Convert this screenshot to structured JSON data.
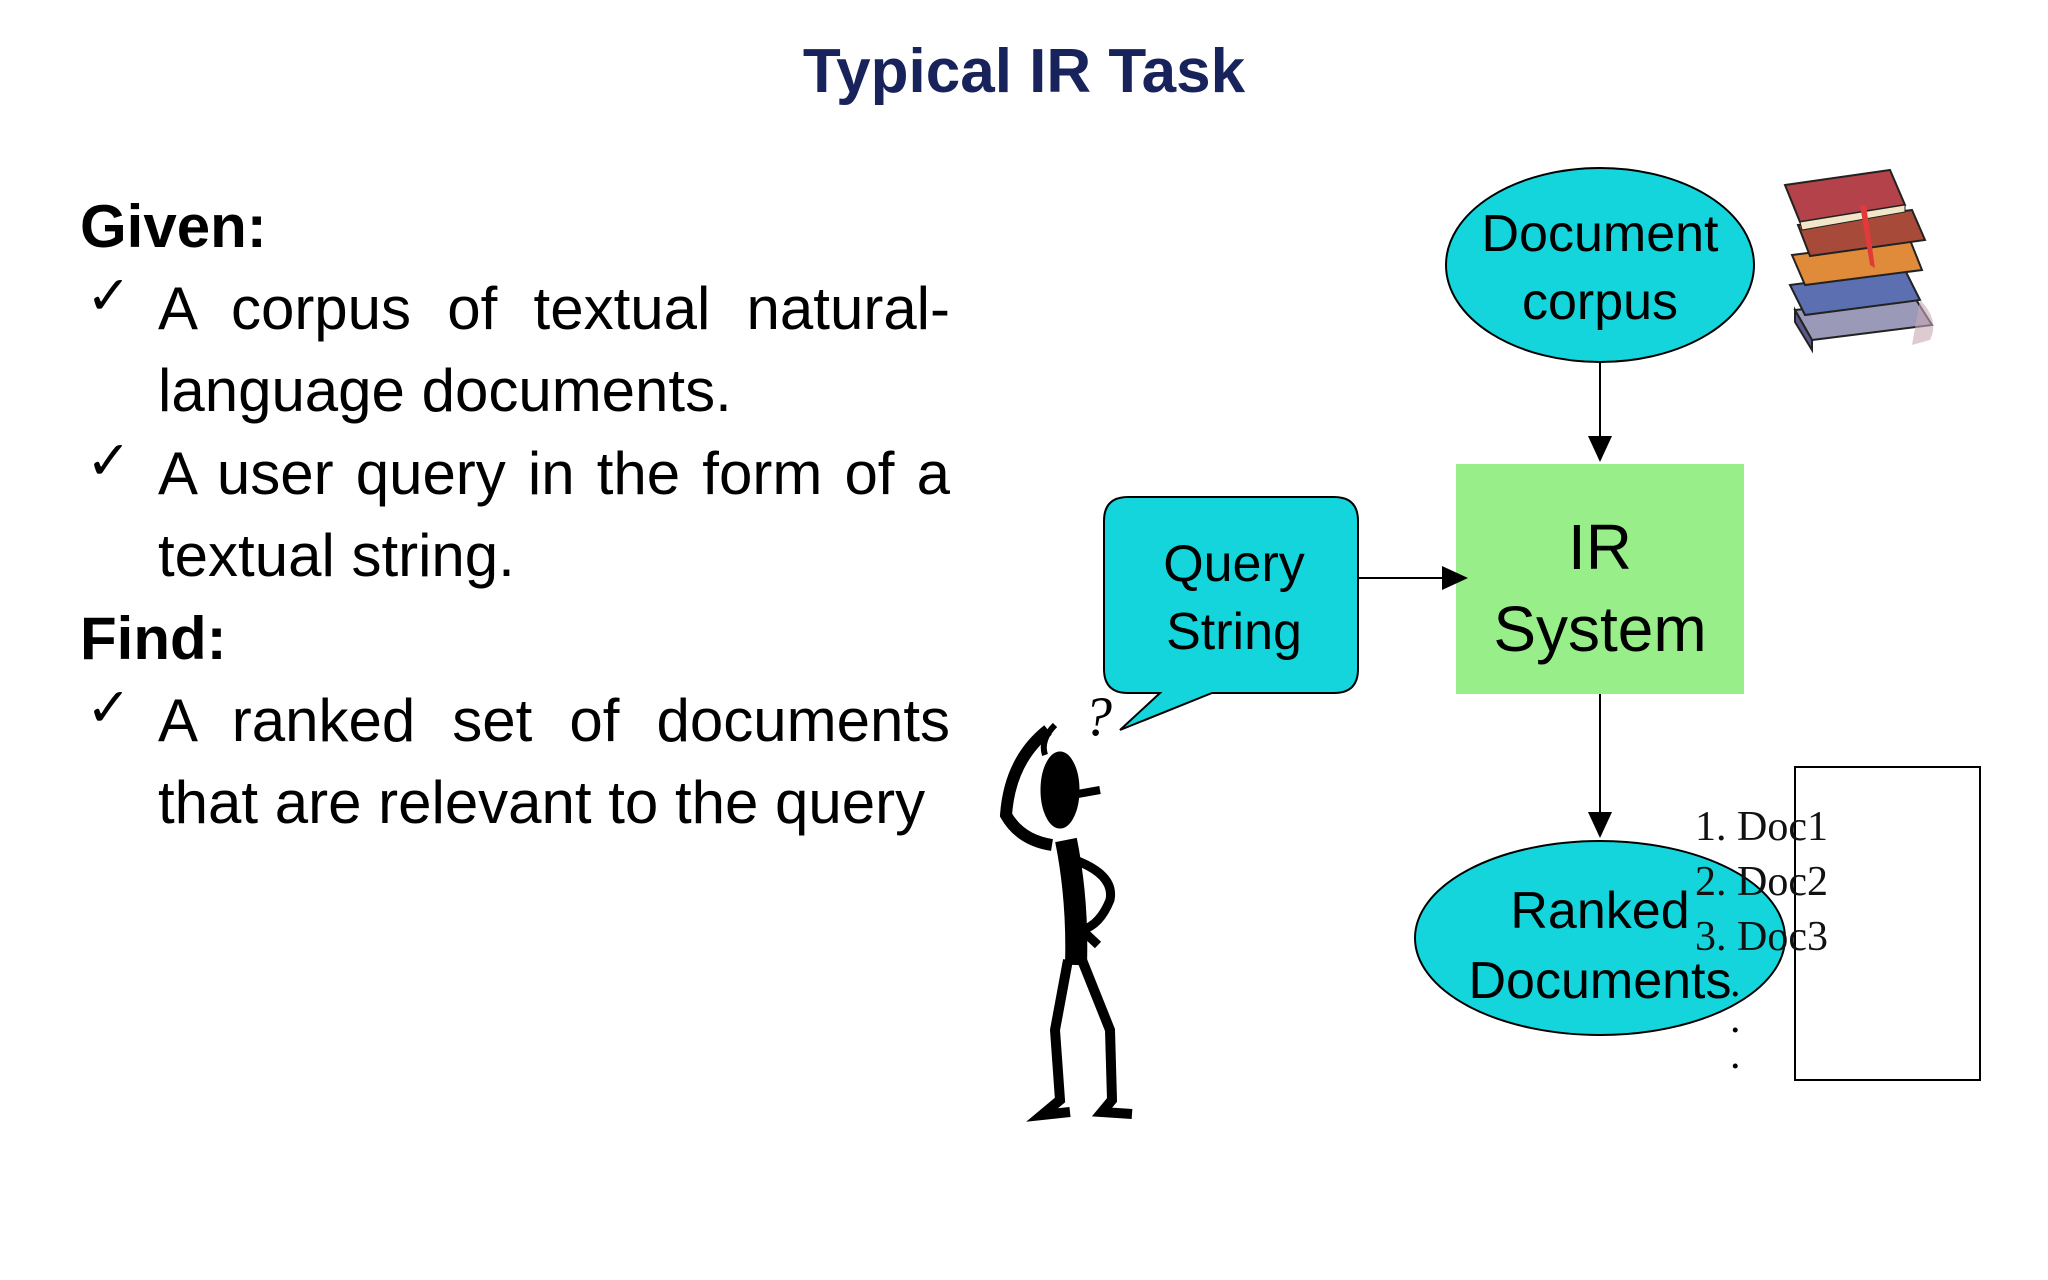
{
  "title": "Typical IR Task",
  "given": {
    "heading": "Given:",
    "items": [
      "A corpus of textual natural-language documents.",
      "A user query in the form of a textual string."
    ]
  },
  "find": {
    "heading": "Find:",
    "items": [
      "A ranked set of documents that are relevant to the query"
    ]
  },
  "check_glyph": "✓",
  "diagram": {
    "document_corpus": "Document corpus",
    "query_string": "Query String",
    "ir_system": "IR System",
    "ranked_documents": "Ranked Documents",
    "question_mark": "?",
    "ranked_list": [
      "1. Doc1",
      "2. Doc2",
      "3. Doc3"
    ],
    "colors": {
      "ellipse_fill": "#14d5dc",
      "ir_box_fill": "#98ee88",
      "title_color": "#17235a"
    }
  }
}
